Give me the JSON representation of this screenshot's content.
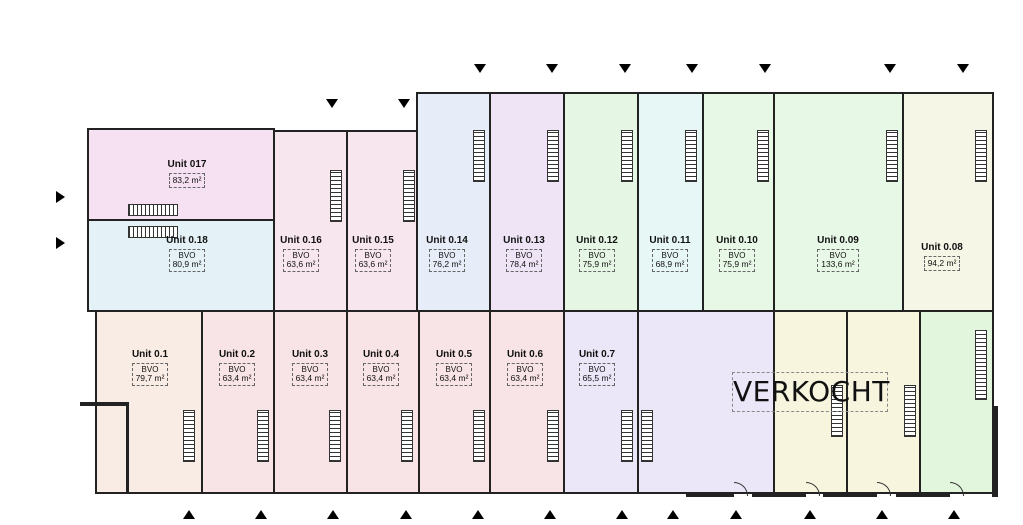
{
  "plan": {
    "sold_label": "VERKOCHT",
    "colors": {
      "pink": "#f6e1f2",
      "lightblue": "#e4f2f8",
      "rose": "#f8e6ee",
      "blue": "#e6ecf8",
      "lavender": "#efe4f6",
      "mint": "#e6f6e4",
      "aqua": "#e6f7f6",
      "green": "#e8f8e6",
      "cream": "#f6f6e6",
      "peach": "#f9ece4",
      "salmon": "#f8e4e6",
      "purple": "#ebe6f8",
      "ivory": "#f7f5dd",
      "lightgreen": "#e2f6dd"
    },
    "units": [
      {
        "id": "u017",
        "name": "Unit 017",
        "bvo": "",
        "area": "83,2 m²"
      },
      {
        "id": "u018",
        "name": "Unit 0.18",
        "bvo": "BVO",
        "area": "80,9 m²"
      },
      {
        "id": "u016",
        "name": "Unit 0.16",
        "bvo": "BVO",
        "area": "63,6 m²"
      },
      {
        "id": "u015",
        "name": "Unit 0.15",
        "bvo": "BVO",
        "area": "63,6 m²"
      },
      {
        "id": "u014",
        "name": "Unit 0.14",
        "bvo": "BVO",
        "area": "76,2 m²"
      },
      {
        "id": "u013",
        "name": "Unit 0.13",
        "bvo": "BVO",
        "area": "78,4 m²"
      },
      {
        "id": "u012",
        "name": "Unit 0.12",
        "bvo": "BVO",
        "area": "75,9 m²"
      },
      {
        "id": "u011",
        "name": "Unit 0.11",
        "bvo": "BVO",
        "area": "68,9 m²"
      },
      {
        "id": "u010",
        "name": "Unit 0.10",
        "bvo": "BVO",
        "area": "75,9 m²"
      },
      {
        "id": "u009",
        "name": "Unit 0.09",
        "bvo": "BVO",
        "area": "133,6 m²"
      },
      {
        "id": "u008",
        "name": "Unit 0.08",
        "bvo": "",
        "area": "94,2 m²"
      },
      {
        "id": "u01",
        "name": "Unit 0.1",
        "bvo": "BVO",
        "area": "79,7 m²"
      },
      {
        "id": "u02",
        "name": "Unit 0.2",
        "bvo": "BVO",
        "area": "63,4 m²"
      },
      {
        "id": "u03",
        "name": "Unit 0.3",
        "bvo": "BVO",
        "area": "63,4 m²"
      },
      {
        "id": "u04",
        "name": "Unit 0.4",
        "bvo": "BVO",
        "area": "63,4 m²"
      },
      {
        "id": "u05",
        "name": "Unit 0.5",
        "bvo": "BVO",
        "area": "63,4 m²"
      },
      {
        "id": "u06",
        "name": "Unit 0.6",
        "bvo": "BVO",
        "area": "63,4 m²"
      },
      {
        "id": "u07",
        "name": "Unit 0.7",
        "bvo": "BVO",
        "area": "65,5 m²"
      }
    ]
  }
}
